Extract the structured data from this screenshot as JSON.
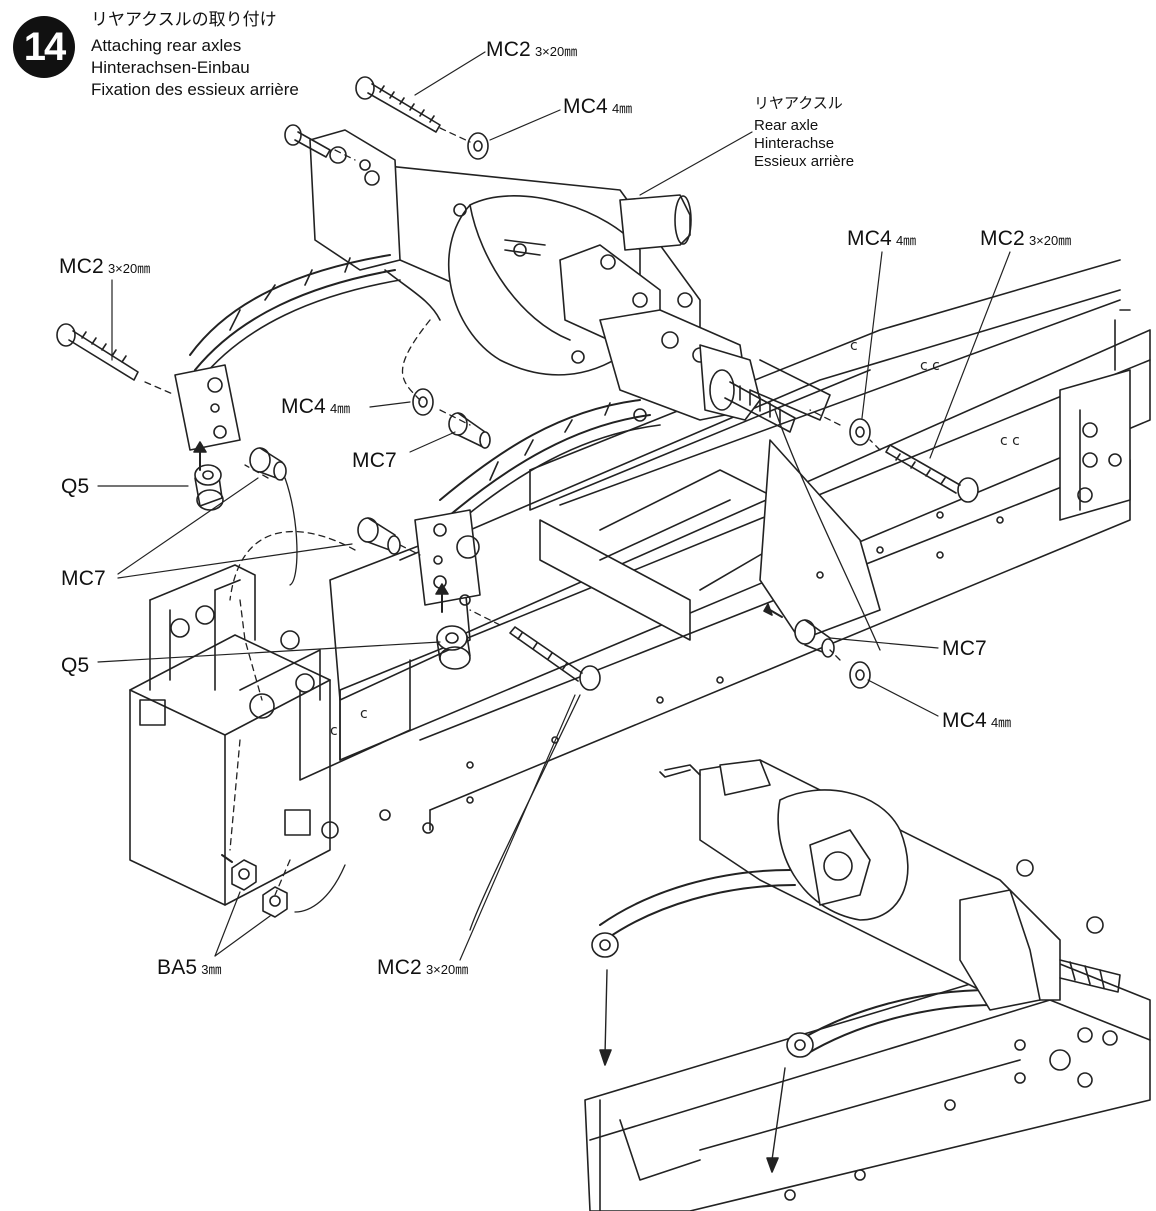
{
  "step": {
    "number": "14",
    "title_jp": "リヤアクスルの取り付け",
    "title_en": "Attaching rear axles",
    "title_de": "Hinterachsen-Einbau",
    "title_fr": "Fixation des essieux arrière"
  },
  "rear_axle_label": {
    "jp": "リヤアクスル",
    "en": "Rear axle",
    "de": "Hinterachse",
    "fr": "Essieux arrière"
  },
  "parts": [
    {
      "code": "MC2",
      "size": "3×20㎜"
    },
    {
      "code": "MC4",
      "size": "4㎜"
    },
    {
      "code": "MC4",
      "size": "4㎜"
    },
    {
      "code": "MC2",
      "size": "3×20㎜"
    },
    {
      "code": "MC2",
      "size": "3×20㎜"
    },
    {
      "code": "MC4",
      "size": "4㎜"
    },
    {
      "code": "MC7",
      "size": ""
    },
    {
      "code": "Q5",
      "size": ""
    },
    {
      "code": "MC7",
      "size": ""
    },
    {
      "code": "Q5",
      "size": ""
    },
    {
      "code": "MC7",
      "size": ""
    },
    {
      "code": "MC4",
      "size": "4㎜"
    },
    {
      "code": "BA5",
      "size": "3㎜"
    },
    {
      "code": "MC2",
      "size": "3×20㎜"
    }
  ]
}
